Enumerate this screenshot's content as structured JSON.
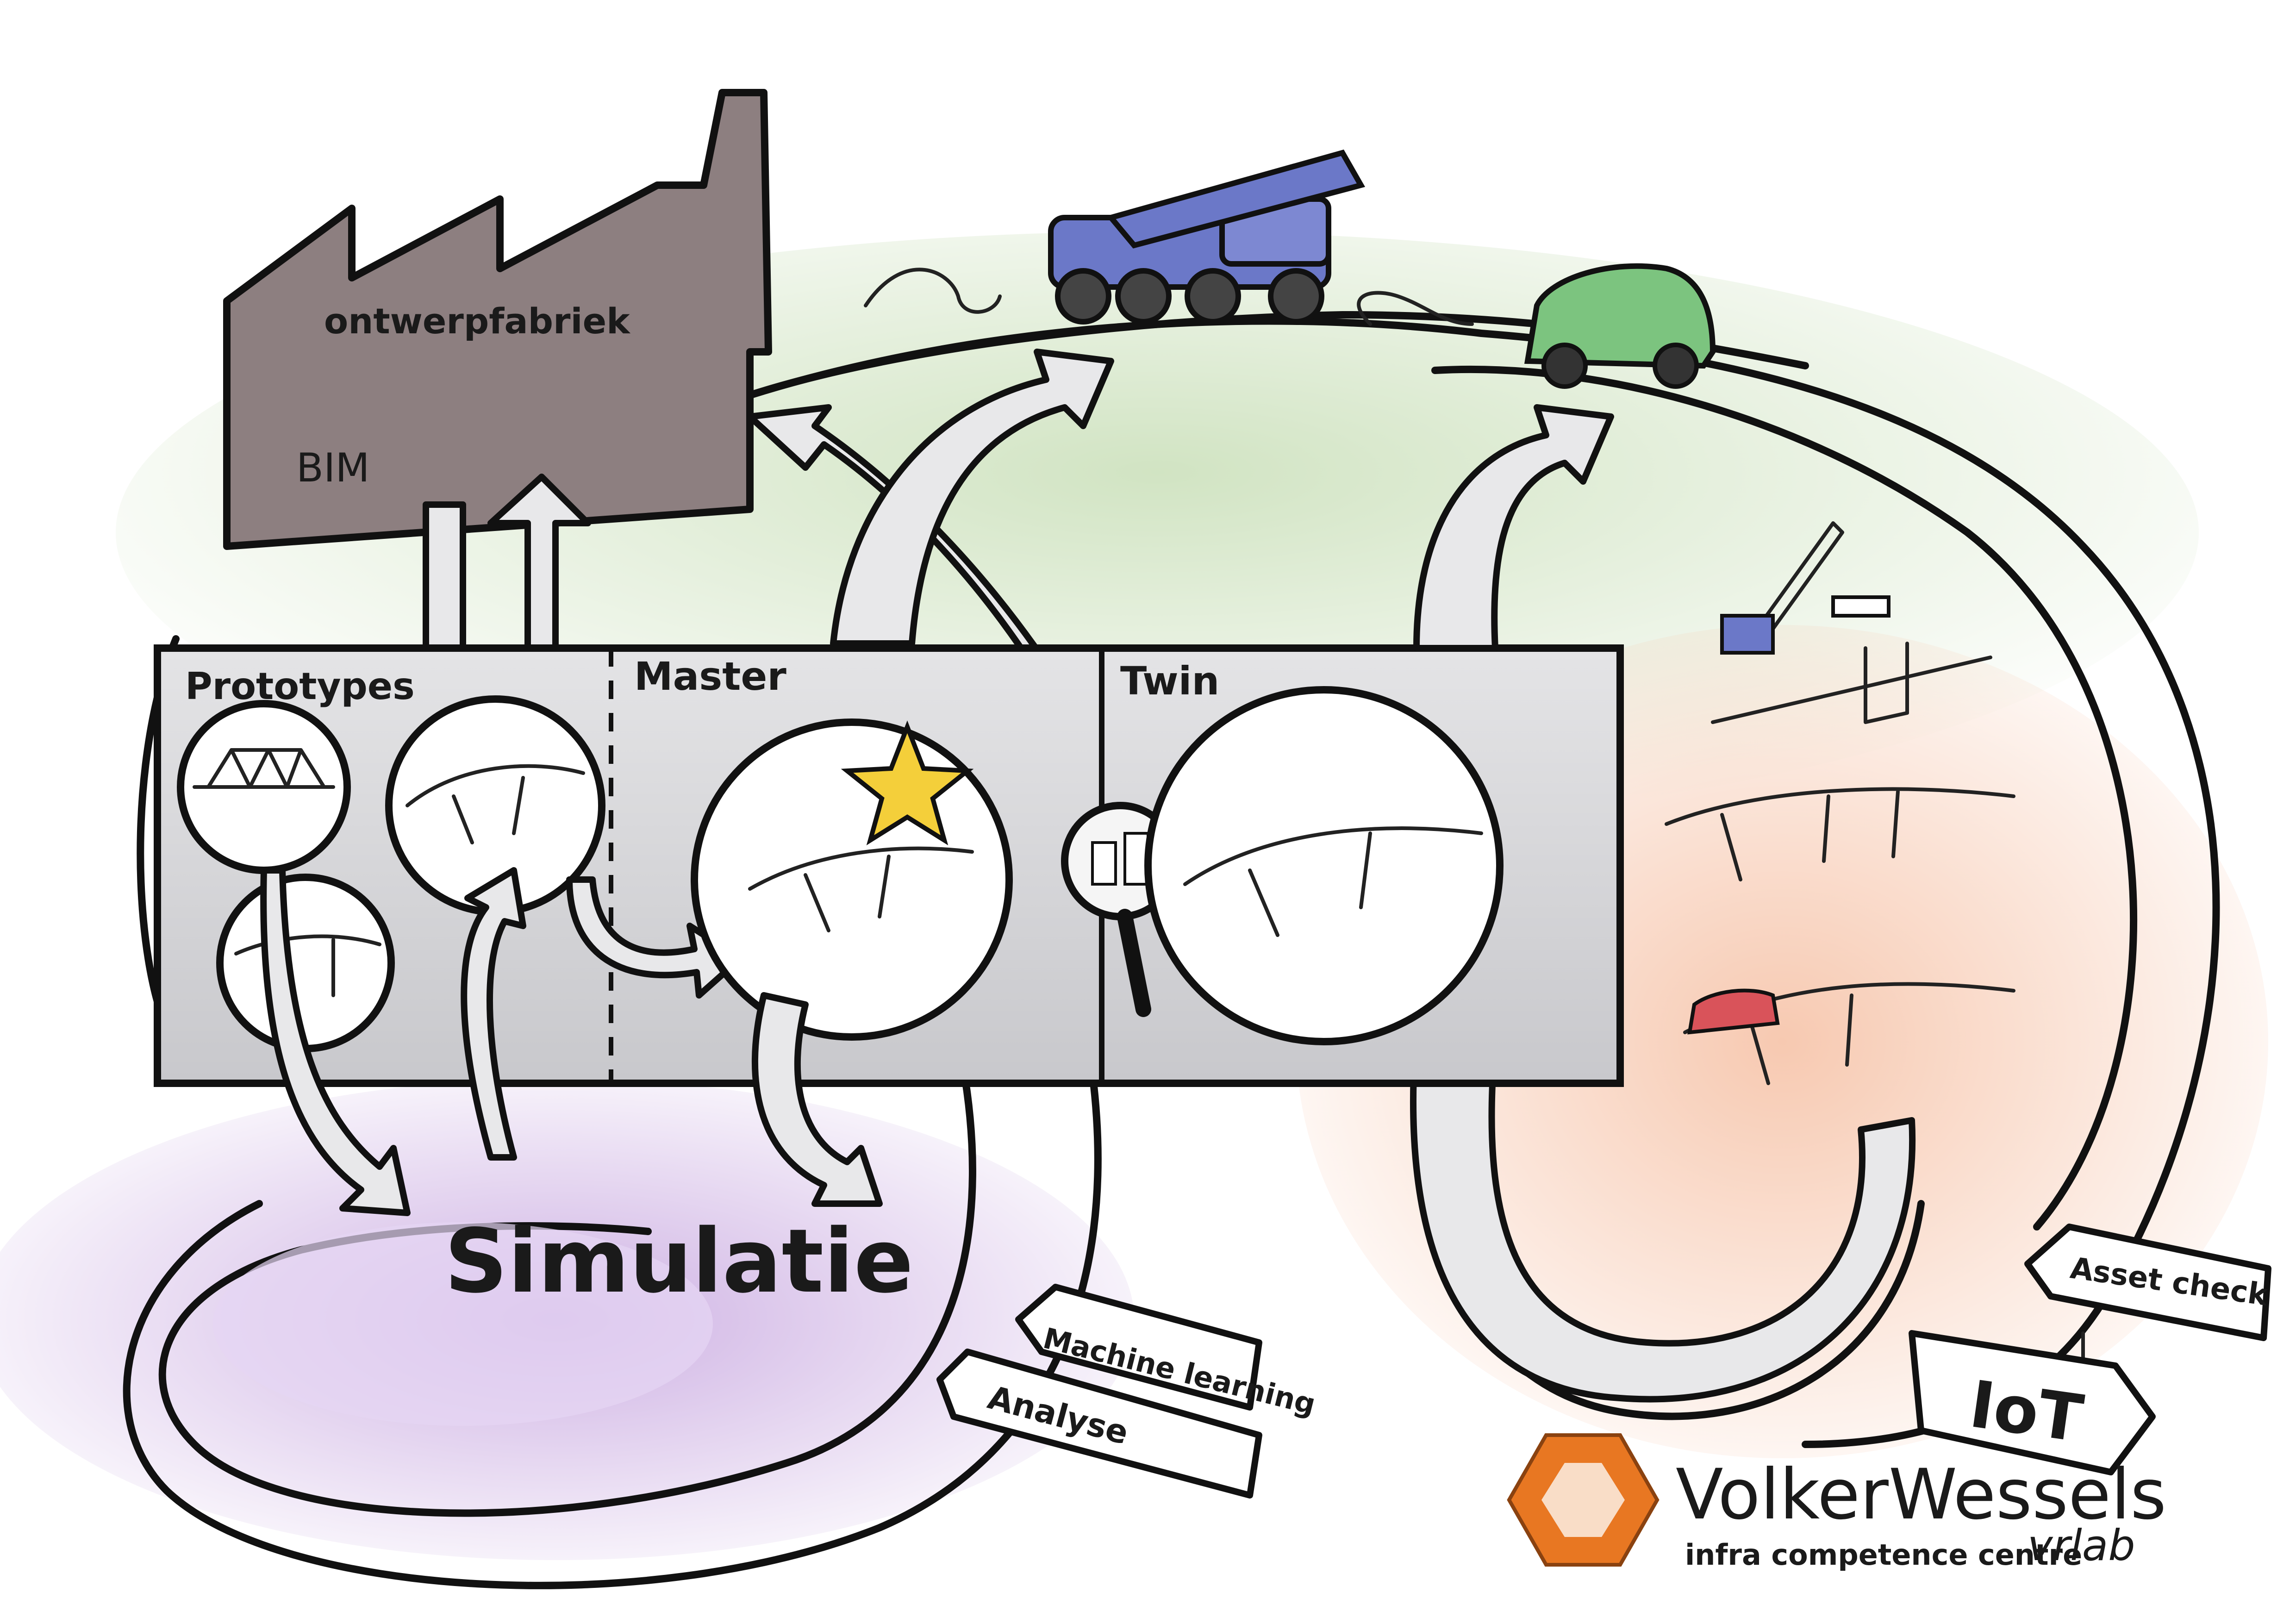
{
  "factory": {
    "title": "ontwerpfabriek",
    "subtitle": "BIM"
  },
  "panel": {
    "sections": [
      {
        "label": "Prototypes"
      },
      {
        "label": "Master"
      },
      {
        "label": "Twin"
      }
    ]
  },
  "loop_left": {
    "label": "Simulatie"
  },
  "signs": {
    "machine_learning": "Machine learning",
    "analyse": "Analyse",
    "asset_check": "Asset check",
    "iot": "IoT"
  },
  "logo": {
    "name": "VolkerWessels",
    "tagline": "infra competence centre"
  },
  "signature": "vrlab",
  "colors": {
    "factory": "#8d7f80",
    "panel": "#d6d6d8",
    "hill_green": "#c9dfb8",
    "simulation_purple": "#c8a8e0",
    "twin_loop_peach": "#f6c3a8",
    "crane_blue": "#6b78c8",
    "car_green": "#7cc47f",
    "car_red": "#d9535a",
    "star_yellow": "#f4cf3a",
    "logo_orange": "#e87722"
  },
  "icons": [
    "factory-icon",
    "crane-truck-icon",
    "green-car-icon",
    "red-car-icon",
    "star-icon",
    "magnifier-icon",
    "bridge-icon",
    "construction-crane-icon"
  ]
}
